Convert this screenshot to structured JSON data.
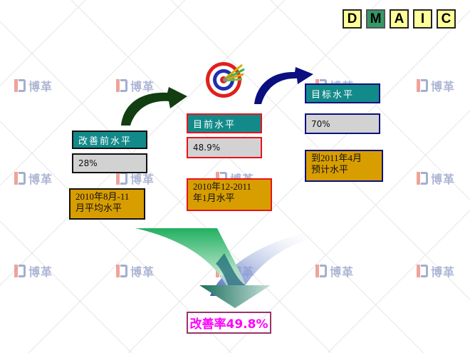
{
  "dmaic": {
    "letters": [
      "D",
      "M",
      "A",
      "I",
      "C"
    ],
    "active_index": 1,
    "active_color": "#339966",
    "inactive_color": "#ffff99"
  },
  "watermark": {
    "text": "博革"
  },
  "before": {
    "label": "改善前水平",
    "value": "28%",
    "period": "2010年8月-11\n月平均水平"
  },
  "current": {
    "label": "目前水平",
    "value": "48.9%",
    "period": "2010年12-2011\n年1月水平"
  },
  "target": {
    "label": "目标水平",
    "value": "70%",
    "period": "到2011年4月\n预计水平"
  },
  "result": {
    "text": "改善率49.8%"
  },
  "colors": {
    "label_bg": "#138a8a",
    "value_bg": "#d2d2d2",
    "period_bg": "#d89e00",
    "before_border": "#111111",
    "current_border": "#e8141b",
    "target_border": "#0b0f80",
    "result_text": "#ff00ff"
  }
}
